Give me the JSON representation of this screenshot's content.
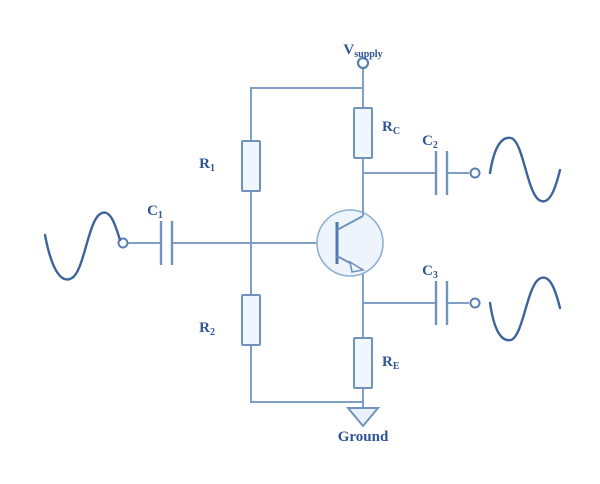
{
  "diagram": {
    "title": "npn-bjt-common-emitter-bias-circuit",
    "colors": {
      "wire": "#7f9fc4",
      "component_stroke": "#6f93bd",
      "component_fill": "#f1f6fc",
      "label_text": "#2f5596",
      "waveform": "#3c6498",
      "background": "#ffffff",
      "transistor_fill": "#eef4fc"
    },
    "labels": {
      "supply": {
        "base": "V",
        "sub": "supply"
      },
      "ground": {
        "text": "Ground"
      },
      "rc": {
        "base": "R",
        "sub": "C"
      },
      "re": {
        "base": "R",
        "sub": "E"
      },
      "r1": {
        "base": "R",
        "sub": "1"
      },
      "r2": {
        "base": "R",
        "sub": "2"
      },
      "c1": {
        "base": "C",
        "sub": "1"
      },
      "c2": {
        "base": "C",
        "sub": "2"
      },
      "c3": {
        "base": "C",
        "sub": "3"
      }
    },
    "components": [
      {
        "name": "resistor-rc",
        "type": "resistor",
        "label": "RC",
        "orientation": "vertical"
      },
      {
        "name": "resistor-re",
        "type": "resistor",
        "label": "RE",
        "orientation": "vertical"
      },
      {
        "name": "resistor-r1",
        "type": "resistor",
        "label": "R1",
        "orientation": "vertical"
      },
      {
        "name": "resistor-r2",
        "type": "resistor",
        "label": "R2",
        "orientation": "vertical"
      },
      {
        "name": "capacitor-c1",
        "type": "capacitor",
        "label": "C1",
        "orientation": "vertical-plates"
      },
      {
        "name": "capacitor-c2",
        "type": "capacitor",
        "label": "C2",
        "orientation": "vertical-plates"
      },
      {
        "name": "capacitor-c3",
        "type": "capacitor",
        "label": "C3",
        "orientation": "vertical-plates"
      },
      {
        "name": "transistor-npn",
        "type": "bjt-npn",
        "label": "",
        "orientation": "base-left"
      },
      {
        "name": "ground-symbol",
        "type": "ground",
        "label": "Ground"
      },
      {
        "name": "supply-terminal",
        "type": "terminal",
        "label": "Vsupply"
      }
    ],
    "waveforms": [
      {
        "name": "input-waveform",
        "position": "left",
        "phase": "reference"
      },
      {
        "name": "collector-output-waveform",
        "position": "top-right",
        "phase": "inverted"
      },
      {
        "name": "emitter-output-waveform",
        "position": "bottom-right",
        "phase": "in-phase"
      }
    ]
  }
}
